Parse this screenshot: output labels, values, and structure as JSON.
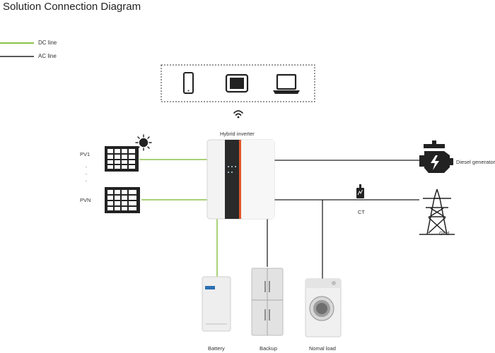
{
  "diagram": {
    "title": "Solution Connection Diagram",
    "legend": {
      "dc_label": "DC line",
      "ac_label": "AC line",
      "dc_color": "#8bc34a",
      "ac_color": "#222222"
    },
    "nodes": {
      "pv1": "PV1",
      "pvn": "PVN",
      "inverter": "Hybrid inverter",
      "diesel": "Diesel generators",
      "ct": "CT",
      "grid": "Grid",
      "battery": "Battery",
      "backup": "Backup",
      "normal_load": "Nomal load"
    },
    "devices": [
      "phone-icon",
      "tablet-icon",
      "laptop-icon"
    ],
    "accent_color": "#e2572b"
  }
}
